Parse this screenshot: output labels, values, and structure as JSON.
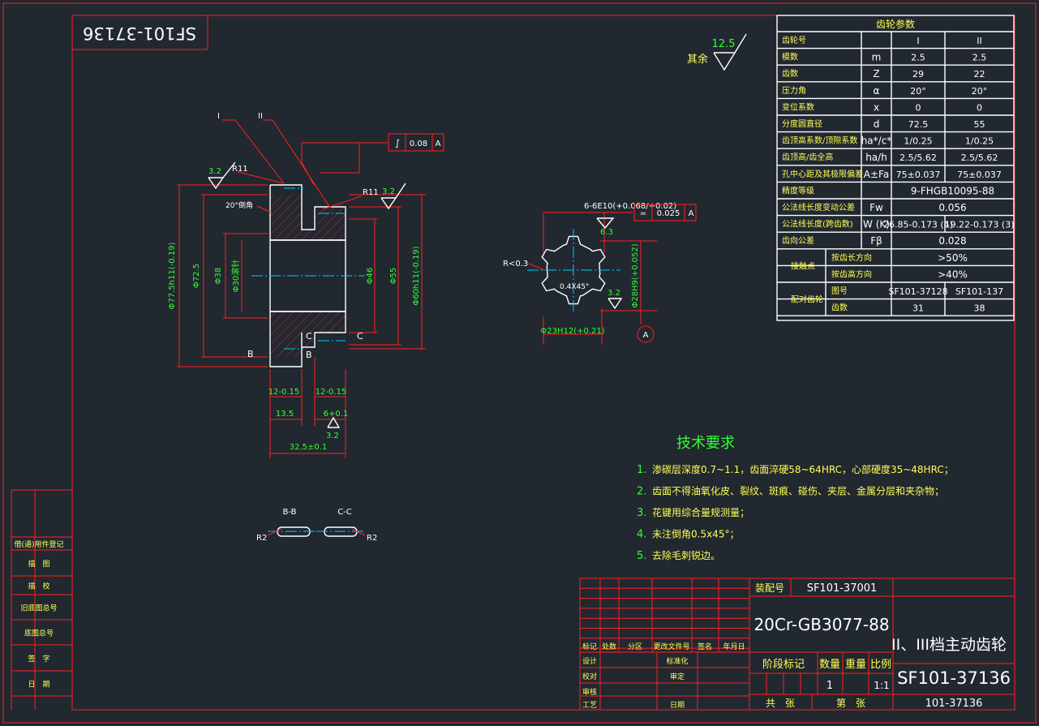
{
  "header": {
    "rotated_number": "SF101-37136"
  },
  "roughness_note": {
    "rest_label": "其余",
    "value": "12.5"
  },
  "gear_table": {
    "title": "齿轮参数",
    "rows": [
      {
        "label": "齿轮号",
        "sym": "",
        "v1": "I",
        "v2": "II"
      },
      {
        "label": "模数",
        "sym": "m",
        "v1": "2.5",
        "v2": "2.5"
      },
      {
        "label": "齿数",
        "sym": "Z",
        "v1": "29",
        "v2": "22"
      },
      {
        "label": "压力角",
        "sym": "α",
        "v1": "20°",
        "v2": "20°"
      },
      {
        "label": "变位系数",
        "sym": "x",
        "v1": "0",
        "v2": "0"
      },
      {
        "label": "分度圆直径",
        "sym": "d",
        "v1": "72.5",
        "v2": "55"
      },
      {
        "label": "齿顶高系数/顶隙系数",
        "sym": "ha*/c*",
        "v1": "1/0.25",
        "v2": "1/0.25"
      },
      {
        "label": "齿顶高/齿全高",
        "sym": "ha/h",
        "v1": "2.5/5.62",
        "v2": "2.5/5.62"
      },
      {
        "label": "孔中心距及其极限偏差",
        "sym": "A±Fa",
        "v1": "75±0.037",
        "v2": "75±0.037"
      },
      {
        "label": "精度等级",
        "sym": "",
        "span": "9-FHGB10095-88"
      },
      {
        "label": "公法线长度变动公差",
        "sym": "Fw",
        "span": "0.056"
      },
      {
        "label": "公法线长度(跨齿数)",
        "sym": "W (K)",
        "v1": "26.85-0.173 (4)",
        "v2": "19.22-0.173 (3)"
      },
      {
        "label": "齿向公差",
        "sym": "Fβ",
        "span": "0.028"
      },
      {
        "label": "接触点",
        "sub": "按齿长方向",
        "span": ">50%"
      },
      {
        "label": "",
        "sub": "按齿高方向",
        "span": ">40%"
      },
      {
        "label": "配对齿轮",
        "sub": "图号",
        "v1": "SF101-37128",
        "v2": "SF101-137"
      },
      {
        "label": "",
        "sub": "齿数",
        "v1": "31",
        "v2": "38"
      }
    ]
  },
  "gear_section": {
    "dims": {
      "od": "Φ77.5h11(-0.19)",
      "pitch": "Φ72.5",
      "d38": "Φ38",
      "bore": "Φ30滚针",
      "d46": "Φ46",
      "d55": "Φ55",
      "d60": "Φ60h11(-0.19)",
      "groove1": "12-0.15",
      "groove2": "12-0.15",
      "w13": "13.5",
      "w6": "6+0.1",
      "width": "32.5±0.1"
    },
    "roughness_1": "3.2",
    "roughness_2": "3.2",
    "roughness_3": "3.2",
    "radius_1": "R11",
    "radius_2": "R11",
    "chamfer_note": "20°倒角",
    "leader_1": "I",
    "leader_2": "II",
    "gtol": {
      "symbol": "∫",
      "value": "0.08",
      "datum": "A"
    },
    "section_b": "B",
    "section_c": "C"
  },
  "spline": {
    "radius_note": "R<0.3",
    "chamfer_note": "0.4X45°",
    "width_dim": "6-6E10(+0.068/+0.02)",
    "roughness": "6.3",
    "tol": {
      "symbol": "=",
      "value": "0.025",
      "datum": "A"
    },
    "minor_dim": "Φ23H12(+0.21)",
    "major_dim": "Φ28H9(+0.052)",
    "roughness_2": "3.2",
    "datum_label": "A"
  },
  "sections": {
    "bb_title": "B-B",
    "cc_title": "C-C",
    "radius": "R2"
  },
  "technical_requirements": {
    "title": "技术要求",
    "items": [
      {
        "num": "1.",
        "text": "渗碳层深度0.7~1.1，齿面淬硬58~64HRC，心部硬度35~48HRC；"
      },
      {
        "num": "2.",
        "text": "齿面不得油氧化皮、裂纹、斑痕、碰伤、夹层、金属分层和夹杂物；"
      },
      {
        "num": "3.",
        "text": "花键用综合量规测量；"
      },
      {
        "num": "4.",
        "text": "未注倒角0.5x45°；"
      },
      {
        "num": "5.",
        "text": "去除毛刺锐边。"
      }
    ]
  },
  "side_column": [
    "借(通)用件登记",
    "描　图",
    "描　校",
    "旧底图总号",
    "底图总号",
    "签　字",
    "日　期"
  ],
  "title_block": {
    "assembly_label": "装配号",
    "assembly_number": "SF101-37001",
    "material": "20Cr-GB3077-88",
    "part_name": "II、III档主动齿轮",
    "drawing_number": "SF101-37136",
    "short_number": "101-37136",
    "stage_label": "阶段标记",
    "quantity_label": "数量",
    "weight_label": "重量",
    "scale_label": "比例",
    "quantity": "1",
    "scale": "1:1",
    "total_label": "共　张",
    "sheet_label": "第　张",
    "rev_labels": [
      "标记",
      "处数",
      "分区",
      "更改文件号",
      "签名",
      "年月日"
    ],
    "sign_labels": [
      "设计",
      "校对",
      "审核",
      "工艺"
    ],
    "sign_labels_right": [
      "标准化",
      "审定",
      "",
      "日期"
    ]
  }
}
